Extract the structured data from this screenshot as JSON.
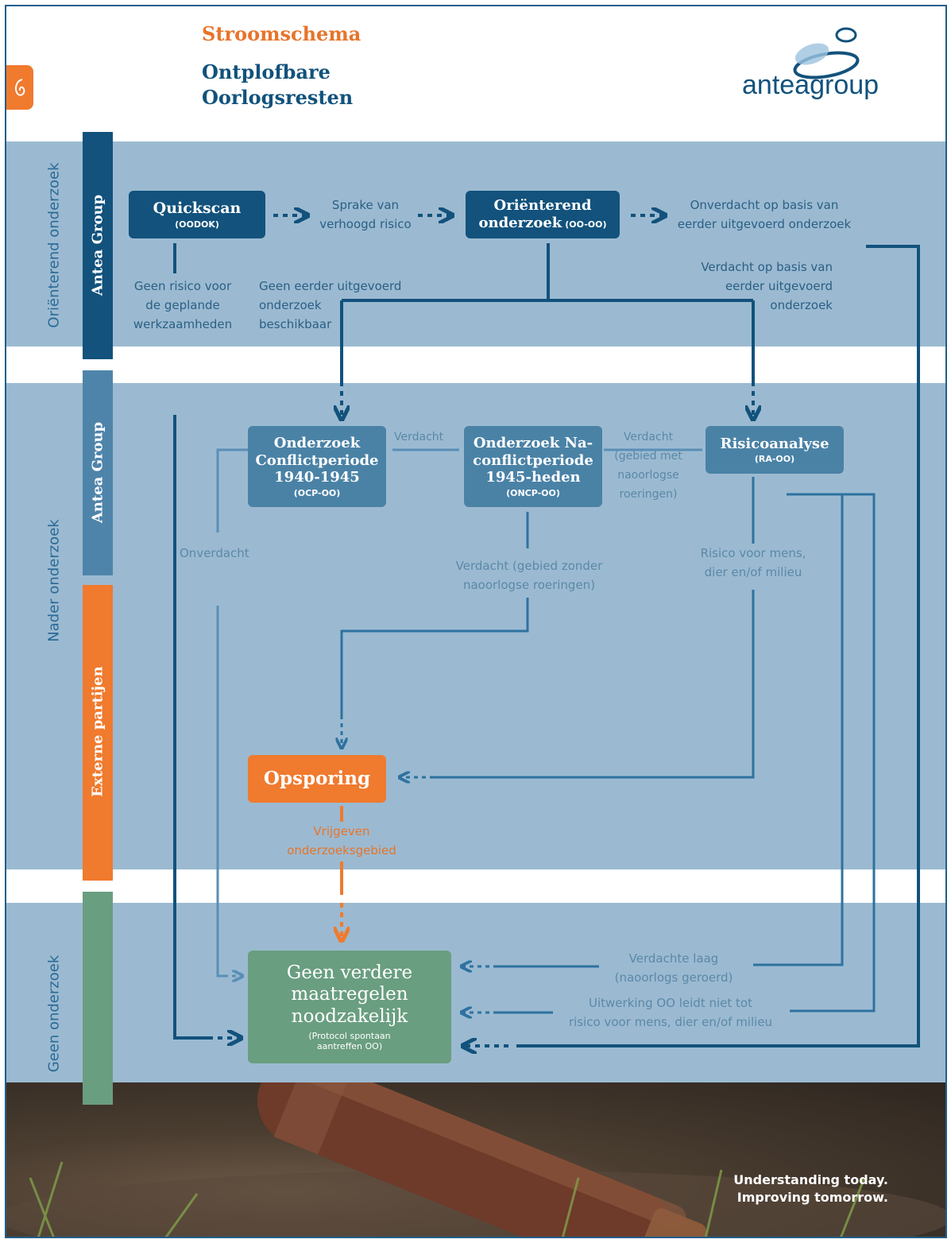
{
  "header": {
    "title": "Stroomschema",
    "subtitle_line1": "Ontplofbare",
    "subtitle_line2": "Oorlogsresten",
    "logo_text": "anteagroup"
  },
  "colors": {
    "dark_blue": "#12527c",
    "mid_blue": "#4a82a6",
    "band_blue": "#9bbad1",
    "orange": "#f07a2e",
    "green": "#6a9e80"
  },
  "phases": {
    "orienterend": "Oriënterend onderzoek",
    "nader": "Nader onderzoek",
    "geen": "Geen onderzoek"
  },
  "sidebars": {
    "antea1": "Antea Group",
    "antea2": "Antea Group",
    "extern": "Externe partijen"
  },
  "boxes": {
    "quickscan": {
      "title": "Quickscan",
      "sub": "(OODOK)"
    },
    "orienterend": {
      "title1": "Oriënterend",
      "title2": "onderzoek",
      "sub": "(OO-OO)"
    },
    "ocp": {
      "title1": "Onderzoek",
      "title2": "Conflictperiode",
      "title3": "1940-1945",
      "sub": "(OCP-OO)"
    },
    "oncp": {
      "title1": "Onderzoek Na-",
      "title2": "conflictperiode",
      "title3": "1945-heden",
      "sub": "(ONCP-OO)"
    },
    "risico": {
      "title": "Risicoanalyse",
      "sub": "(RA-OO)"
    },
    "opsporing": {
      "title": "Opsporing"
    },
    "geen": {
      "title1": "Geen verdere",
      "title2": "maatregelen",
      "title3": "noodzakelijk",
      "sub1": "(Protocol spontaan",
      "sub2": "aantreffen OO)"
    }
  },
  "labels": {
    "sprake1": "Sprake van",
    "sprake2": "verhoogd risico",
    "onverdacht_basis1": "Onverdacht op basis van",
    "onverdacht_basis2": "eerder uitgevoerd onderzoek",
    "geen_risico1": "Geen risico voor",
    "geen_risico2": "de geplande",
    "geen_risico3": "werkzaamheden",
    "geen_eerder1": "Geen eerder uitgevoerd",
    "geen_eerder2": "onderzoek",
    "geen_eerder3": "beschikbaar",
    "verdacht_basis1": "Verdacht op basis van",
    "verdacht_basis2": "eerder uitgevoerd",
    "verdacht_basis3": "onderzoek",
    "verdacht_a": "Verdacht",
    "verdacht_b": "Verdacht",
    "gebied_met1": "(gebied met",
    "gebied_met2": "naoorlogse",
    "gebied_met3": "roeringen)",
    "onverdacht": "Onverdacht",
    "verdacht_zonder1": "Verdacht (gebied zonder",
    "verdacht_zonder2": "naoorlogse roeringen)",
    "risico_mens1": "Risico voor mens,",
    "risico_mens2": "dier en/of milieu",
    "vrijgeven1": "Vrijgeven",
    "vrijgeven2": "onderzoeksgebied",
    "verdachte_laag1": "Verdachte laag",
    "verdachte_laag2": "(naoorlogs geroerd)",
    "uitwerking1": "Uitwerking OO leidt niet tot",
    "uitwerking2": "risico voor mens, dier en/of milieu"
  },
  "tagline": {
    "line1": "Understanding today.",
    "line2": "Improving tomorrow."
  }
}
